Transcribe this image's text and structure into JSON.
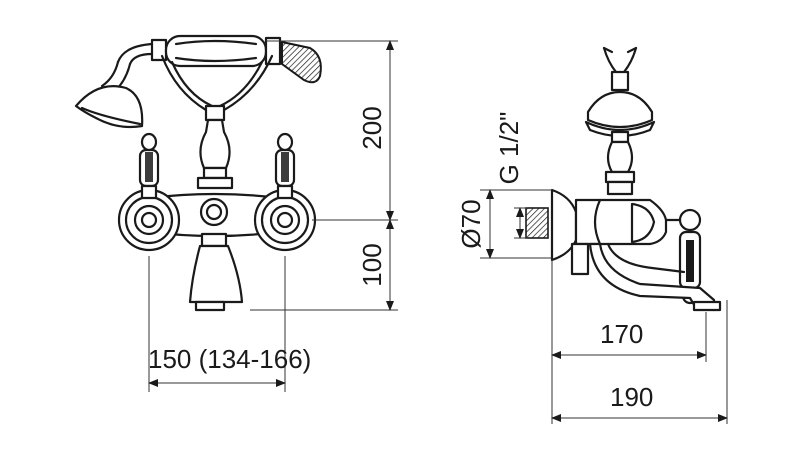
{
  "drawing": {
    "dimensions": {
      "front_height_upper": "200",
      "front_height_lower": "100",
      "front_width": "150 (134-166)",
      "side_diameter": "Ø70",
      "side_thread": "G 1/2\"",
      "side_spout_reach": "170",
      "side_total_depth": "190"
    }
  }
}
